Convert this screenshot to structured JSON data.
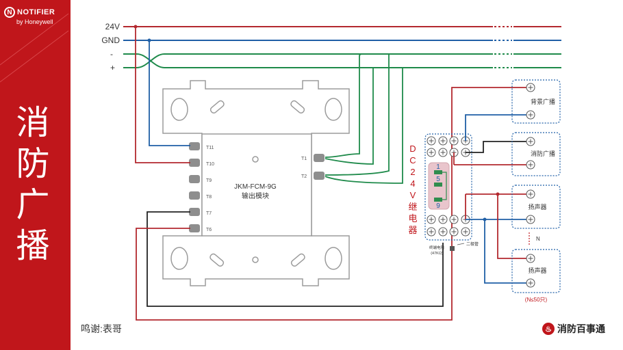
{
  "brand": {
    "logo_text": "NOTIFIER",
    "logo_initial": "N",
    "sub": "by Honeywell"
  },
  "sidebar_title": [
    "消",
    "防",
    "广",
    "播"
  ],
  "bus": {
    "v24": "24V",
    "gnd": "GND",
    "minus": "-",
    "plus": "+"
  },
  "module": {
    "model": "JKM-FCM-9G",
    "name": "输出模块",
    "terminals_left": [
      "T11",
      "T10",
      "T9",
      "T8",
      "T7",
      "T6"
    ],
    "terminals_right": [
      "T1",
      "T2"
    ]
  },
  "relay": {
    "label": [
      "D",
      "C",
      "2",
      "4",
      "V",
      "继",
      "电",
      "器"
    ],
    "coil_pins": [
      "1",
      "5",
      "9"
    ]
  },
  "resistor_label": [
    "终端电阻",
    "(47KΩ)"
  ],
  "diode_label": "二极管",
  "outputs": {
    "bg_broadcast": "背景广播",
    "fire_broadcast": "消防广播",
    "speaker1": "扬声器",
    "speaker2": "扬声器",
    "n": "N",
    "limit": "(N≤50只)"
  },
  "footer": {
    "credit": "鸣谢:表哥",
    "brand": "消防百事通"
  },
  "colors": {
    "red": "#c0161b",
    "wire_red": "#b3282e",
    "blue": "#1f5fa6",
    "green": "#1e8a4a",
    "black": "#222222",
    "gray": "#9b9b9b"
  }
}
